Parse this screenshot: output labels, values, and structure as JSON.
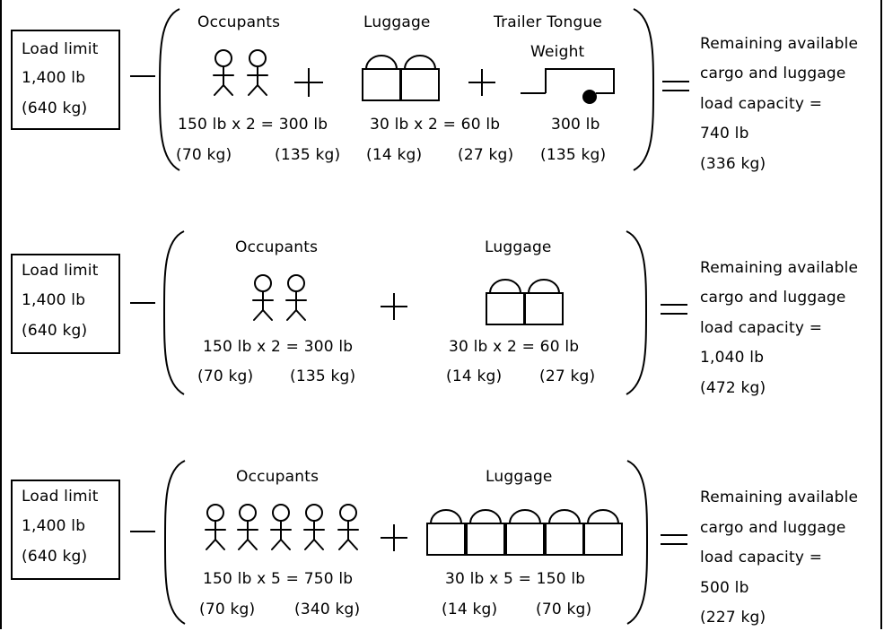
{
  "row1": {
    "load_limit": [
      "Load limit",
      "1,400 lb",
      "(640 kg)"
    ],
    "occupants_label": "Occupants",
    "luggage_label": "Luggage",
    "trailer_label_1": "Trailer Tongue",
    "trailer_label_2": "Weight",
    "occupants_calc": "150 lb x 2 = 300 lb",
    "occupants_kg_each": "(70 kg)",
    "occupants_kg_total": "(135 kg)",
    "luggage_calc": "30 lb x 2 = 60 lb",
    "luggage_kg_each": "(14 kg)",
    "luggage_kg_total": "(27 kg)",
    "trailer_lb": "300 lb",
    "trailer_kg": "(135 kg)",
    "result": [
      "Remaining available",
      "cargo and luggage",
      "load capacity =",
      "740 lb",
      "(336 kg)"
    ]
  },
  "row2": {
    "load_limit": [
      "Load limit",
      "1,400 lb",
      "(640 kg)"
    ],
    "occupants_label": "Occupants",
    "luggage_label": "Luggage",
    "occupants_calc": "150 lb x 2 = 300 lb",
    "occupants_kg_each": "(70 kg)",
    "occupants_kg_total": "(135 kg)",
    "luggage_calc": "30 lb x 2 = 60 lb",
    "luggage_kg_each": "(14 kg)",
    "luggage_kg_total": "(27 kg)",
    "result": [
      "Remaining available",
      "cargo and luggage",
      "load capacity =",
      "1,040 lb",
      "(472 kg)"
    ]
  },
  "row3": {
    "load_limit": [
      "Load limit",
      "1,400 lb",
      "(640 kg)"
    ],
    "occupants_label": "Occupants",
    "luggage_label": "Luggage",
    "occupants_calc": "150 lb x 5 = 750 lb",
    "occupants_kg_each": "(70 kg)",
    "occupants_kg_total": "(340 kg)",
    "luggage_calc": "30 lb x 5 = 150 lb",
    "luggage_kg_each": "(14 kg)",
    "luggage_kg_total": "(70 kg)",
    "result": [
      "Remaining available",
      "cargo and luggage",
      "load capacity =",
      "500 lb",
      "(227 kg)"
    ]
  }
}
